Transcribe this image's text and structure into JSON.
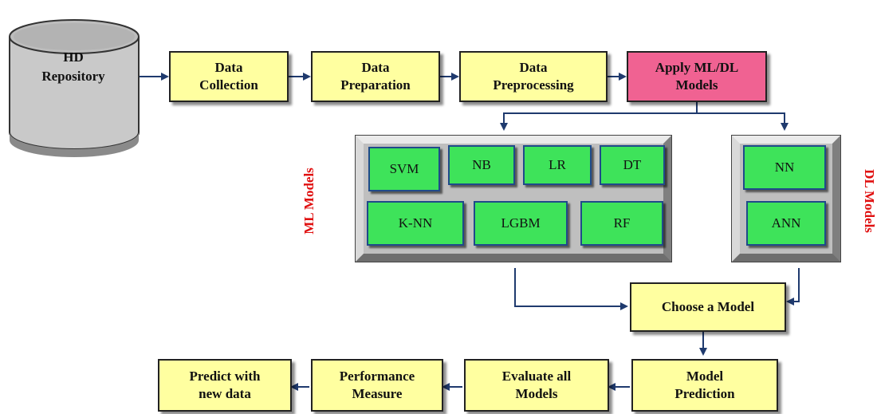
{
  "repository": {
    "line1": "HD",
    "line2": "Repository"
  },
  "pipeline": {
    "collection": {
      "line1": "Data",
      "line2": "Collection"
    },
    "preparation": {
      "line1": "Data",
      "line2": "Preparation"
    },
    "preprocessing": {
      "line1": "Data",
      "line2": "Preprocessing"
    },
    "apply": {
      "line1": "Apply ML/DL",
      "line2": "Models"
    }
  },
  "ml_group": {
    "label": "ML Models",
    "models": [
      "SVM",
      "NB",
      "LR",
      "DT",
      "K-NN",
      "LGBM",
      "RF"
    ]
  },
  "dl_group": {
    "label": "DL Models",
    "models": [
      "NN",
      "ANN"
    ]
  },
  "choose": "Choose a Model",
  "bottom": {
    "model_prediction": {
      "line1": "Model",
      "line2": "Prediction"
    },
    "evaluate": {
      "line1": "Evaluate all",
      "line2": "Models"
    },
    "performance": {
      "line1": "Performance",
      "line2": "Measure"
    },
    "predict": {
      "line1": "Predict with",
      "line2": "new data"
    }
  },
  "colors": {
    "process_fill": "#ffffa0",
    "apply_fill": "#f06292",
    "model_fill": "#3ee35a",
    "arrow": "#1f3a6e",
    "group_label": "#e01010"
  }
}
